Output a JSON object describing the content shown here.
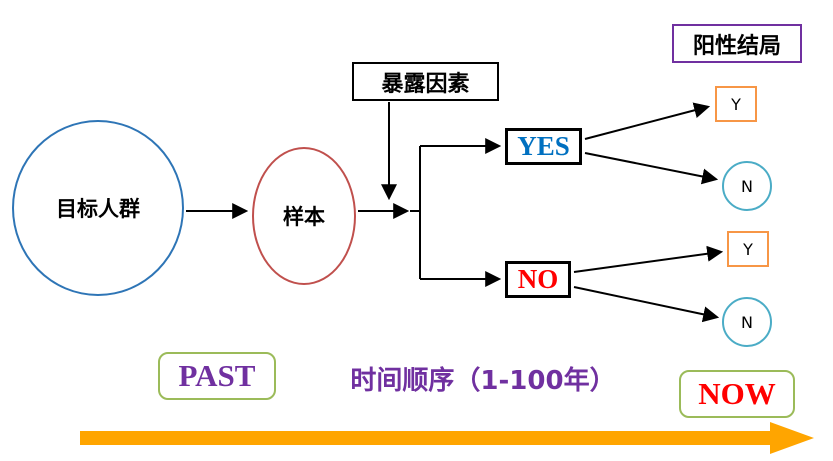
{
  "diagram": {
    "population": "目标人群",
    "sample": "样本",
    "exposure": "暴露因素",
    "outcome_header": "阳性结局",
    "yes": "YES",
    "no": "NO",
    "yes_y": "Y",
    "yes_n": "N",
    "no_y": "Y",
    "no_n": "N",
    "past": "PAST",
    "timeline": "时间顺序（1-100年）",
    "now": "NOW"
  },
  "colors": {
    "population_border": "#2E75B6",
    "sample_border": "#C0504D",
    "yes_text": "#0070C0",
    "no_text": "#FF0000",
    "y_border": "#F79646",
    "n_border": "#4BACC6",
    "outcome_border": "#7030A0",
    "past_now_border": "#9BBB59",
    "purple_text": "#7030A0",
    "now_text": "#FF0000",
    "timeline_arrow": "#FFA500",
    "connector": "#000000"
  }
}
